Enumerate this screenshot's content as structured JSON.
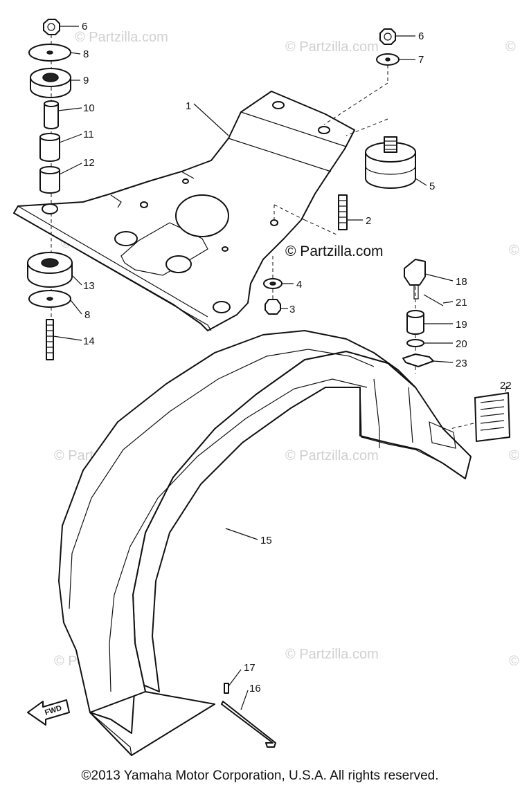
{
  "watermark": "© Partzilla.com",
  "copyright": "©2013 Yamaha Motor Corporation, U.S.A. All rights reserved.",
  "direction_label": "FWD",
  "callouts": {
    "c1": "1",
    "c2": "2",
    "c3": "3",
    "c4": "4",
    "c5": "5",
    "c6a": "6",
    "c6b": "6",
    "c7": "7",
    "c8a": "8",
    "c8b": "8",
    "c9": "9",
    "c10": "10",
    "c11": "11",
    "c12": "12",
    "c13": "13",
    "c14": "14",
    "c15": "15",
    "c16": "16",
    "c17": "17",
    "c18": "18",
    "c19": "19",
    "c20": "20",
    "c21": "21",
    "c22": "22",
    "c23": "23"
  }
}
